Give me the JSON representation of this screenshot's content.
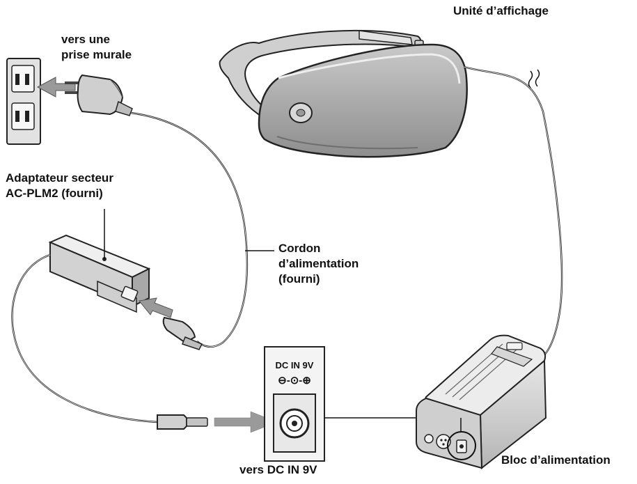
{
  "labels": {
    "display_unit": "Unité d’affichage",
    "wall_outlet_line1": "vers une",
    "wall_outlet_line2": "prise murale",
    "adapter_line1": "Adaptateur secteur",
    "adapter_line2": "AC-PLM2 (fourni)",
    "cord_line1": "Cordon",
    "cord_line2": "d’alimentation",
    "cord_line3": "(fourni)",
    "jack_title": "DC IN 9V",
    "jack_polarity": "⊖-⊙-⊕",
    "to_dc_in": "vers DC IN 9V",
    "battery_pack": "Bloc d’alimentation"
  },
  "colors": {
    "line": "#1a1a1a",
    "body_fill": "#d9d9d9",
    "body_shade": "#a9a9a9",
    "arrow_fill": "#9a9a9a",
    "jack_panel": "#f4f4f4"
  },
  "icons": [
    "wall-outlet-icon",
    "ac-adapter-icon",
    "display-unit-icon",
    "power-pack-icon",
    "dc-jack-icon",
    "arrow-icon"
  ]
}
